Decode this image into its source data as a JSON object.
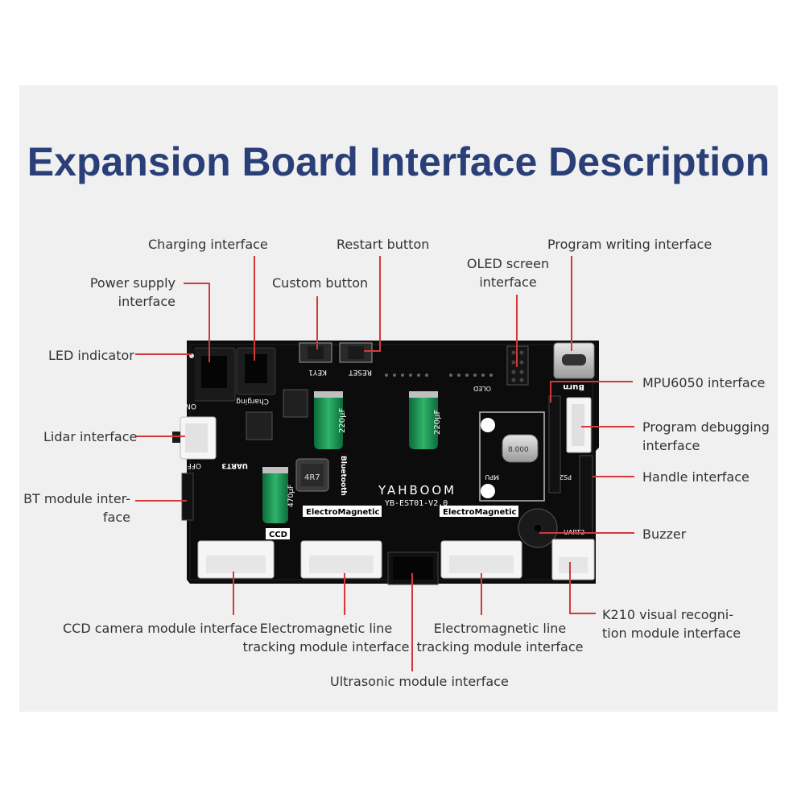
{
  "title": "Expansion Board Interface Description",
  "board": {
    "brand": "YAHBOOM",
    "model": "YB-EST01-V2.0",
    "silkscreen": {
      "charging": "Charging",
      "key1": "KEY1",
      "reset": "RESET",
      "uart3": "UART3",
      "bluetooth": "Bluetooth",
      "ccd": "CCD",
      "electromagnetic_left": "ElectroMagnetic",
      "electromagnetic_right": "ElectroMagnetic",
      "burn": "Burn",
      "oled": "OLED",
      "mpu": "MPU",
      "ps2": "PS2",
      "uart2": "UART2",
      "inductor": "4R7",
      "crystal": "8.000",
      "cap_left": "220µF",
      "cap_right": "220µF",
      "cap_small": "470µF",
      "on": "ON",
      "off": "OFF"
    }
  },
  "labels": {
    "charging_interface": "Charging interface",
    "restart_button": "Restart button",
    "program_writing_interface": "Program writing interface",
    "oled_screen_interface": [
      "OLED screen",
      "interface"
    ],
    "power_supply_interface": [
      "Power supply",
      "interface"
    ],
    "custom_button": "Custom button",
    "led_indicator": "LED indicator",
    "mpu6050_interface": "MPU6050 interface",
    "lidar_interface": "Lidar interface",
    "program_debugging_interface": [
      "Program debugging",
      "interface"
    ],
    "handle_interface": "Handle interface",
    "bt_module_interface": [
      "BT module inter-",
      "face"
    ],
    "buzzer": "Buzzer",
    "k210_interface": [
      "K210 visual recogni-",
      "tion module interface"
    ],
    "ccd_camera_interface": "CCD camera module interface",
    "em_left_interface": [
      "Electromagnetic line",
      "tracking module interface"
    ],
    "em_right_interface": [
      "Electromagnetic line",
      "tracking module interface"
    ],
    "ultrasonic_interface": "Ultrasonic module interface"
  },
  "colors": {
    "title": "#2a3f78",
    "leader_line": "#d23a3a",
    "board": "#0c0c0c",
    "panel": "#f0f0f0"
  }
}
